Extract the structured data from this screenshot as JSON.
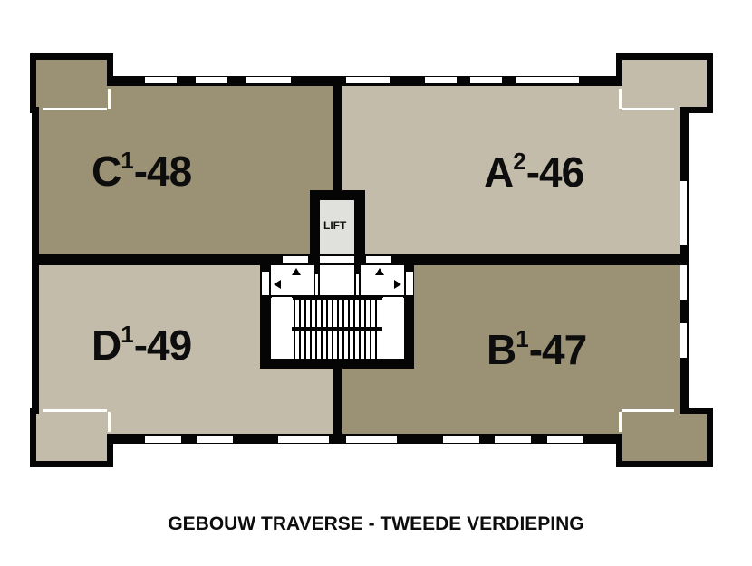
{
  "title": "GEBOUW TRAVERSE - TWEEDE VERDIEPING",
  "colors": {
    "wall": "#050505",
    "unit_dark": "#9b9276",
    "unit_light": "#c4bcaa",
    "lift": "#e0e0dc",
    "window": "#ffffff"
  },
  "units": [
    {
      "id": "C",
      "sup": "1",
      "number": "-48",
      "position": "top-left",
      "shade": "dark"
    },
    {
      "id": "A",
      "sup": "2",
      "number": "-46",
      "position": "top-right",
      "shade": "light"
    },
    {
      "id": "D",
      "sup": "1",
      "number": "-49",
      "position": "bottom-left",
      "shade": "light"
    },
    {
      "id": "B",
      "sup": "1",
      "number": "-47",
      "position": "bottom-right",
      "shade": "dark"
    }
  ],
  "core": {
    "lift_label": "LIFT",
    "stair_label": ""
  }
}
